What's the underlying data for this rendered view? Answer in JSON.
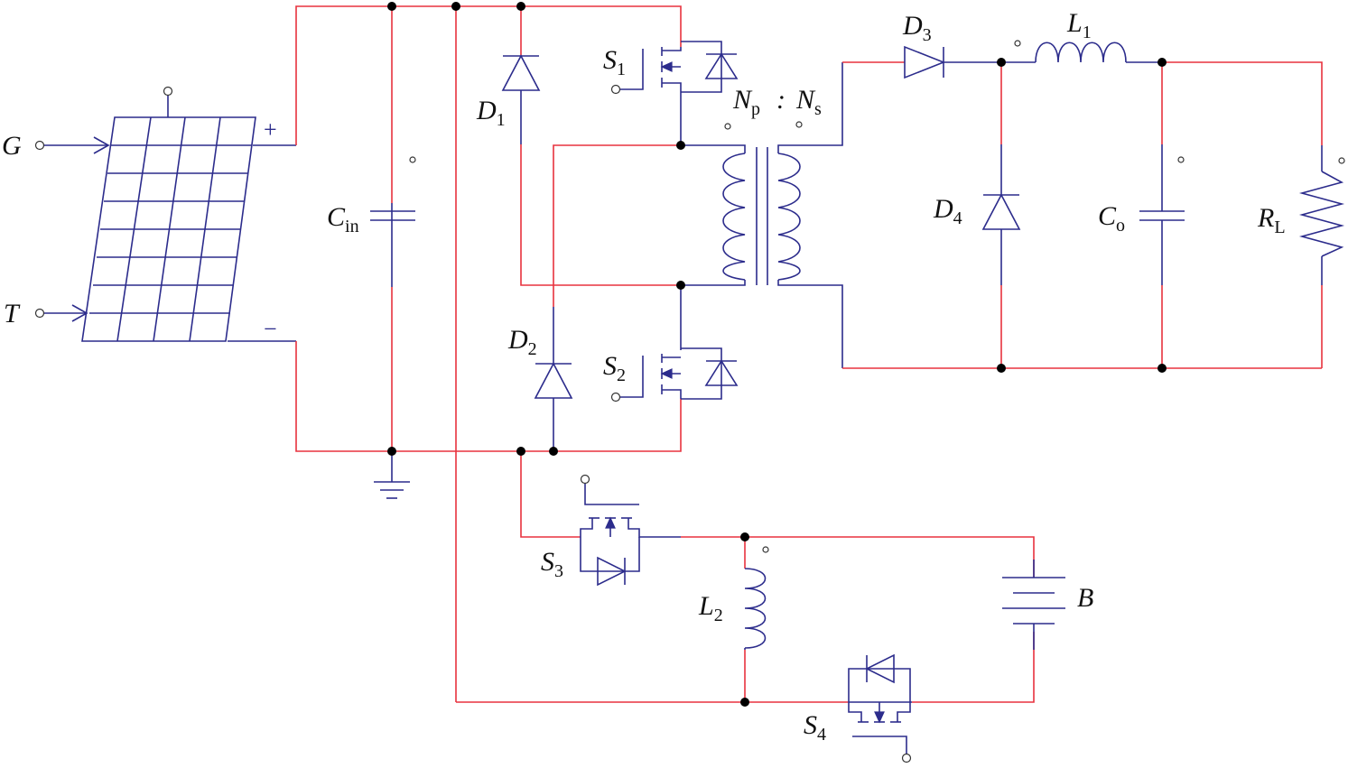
{
  "labels": {
    "G": "G",
    "T": "T",
    "plus": "+",
    "minus": "−",
    "Cin": {
      "main": "C",
      "sub": "in"
    },
    "D1": {
      "main": "D",
      "sub": "1"
    },
    "D2": {
      "main": "D",
      "sub": "2"
    },
    "D3": {
      "main": "D",
      "sub": "3"
    },
    "D4": {
      "main": "D",
      "sub": "4"
    },
    "S1": {
      "main": "S",
      "sub": "1"
    },
    "S2": {
      "main": "S",
      "sub": "2"
    },
    "S3": {
      "main": "S",
      "sub": "3"
    },
    "S4": {
      "main": "S",
      "sub": "4"
    },
    "Np": {
      "main": "N",
      "sub": "p"
    },
    "colon": ":",
    "Ns": {
      "main": "N",
      "sub": "s"
    },
    "L1": {
      "main": "L",
      "sub": "1"
    },
    "L2": {
      "main": "L",
      "sub": "2"
    },
    "Co": {
      "main": "C",
      "sub": "o"
    },
    "RL": {
      "main": "R",
      "sub": "L"
    },
    "B": "B"
  },
  "colors": {
    "wire_primary": "#e8323e",
    "wire_secondary": "#2c2c8c",
    "node": "#000000"
  }
}
